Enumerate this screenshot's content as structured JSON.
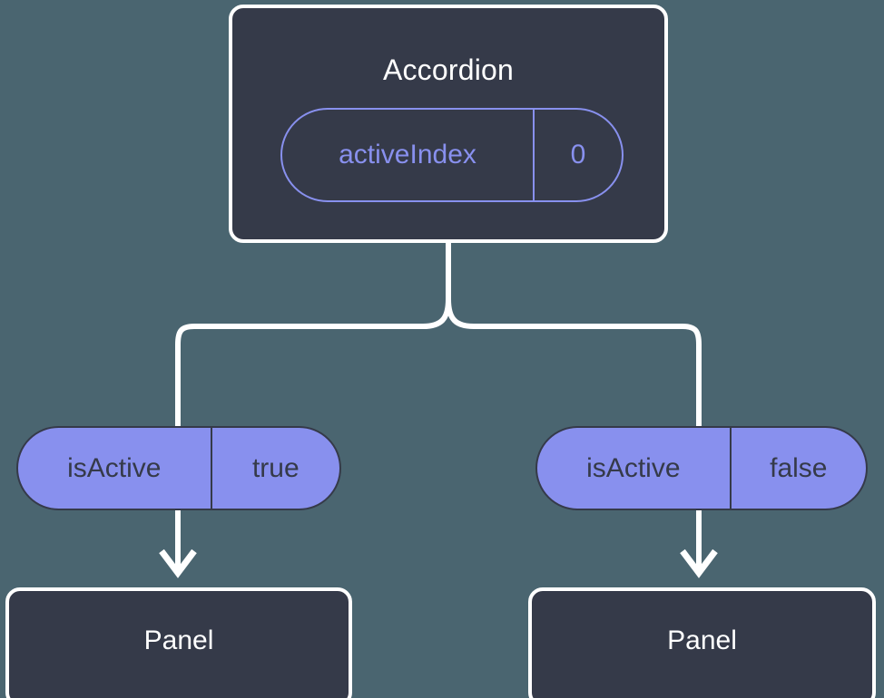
{
  "diagram": {
    "type": "component-state-tree",
    "background_color": "#4a6570",
    "palette": {
      "card_fill": "#353a49",
      "card_border": "#ffffff",
      "accent_purple": "#8890ee",
      "connector": "#ffffff",
      "dark_text": "#353a49",
      "light_text": "#ffffff"
    }
  },
  "root": {
    "title": "Accordion",
    "prop": {
      "key": "activeIndex",
      "value": "0",
      "style": "outlined"
    }
  },
  "branches": [
    {
      "badge": {
        "key": "isActive",
        "value": "true",
        "style": "filled"
      },
      "child": {
        "title": "Panel"
      }
    },
    {
      "badge": {
        "key": "isActive",
        "value": "false",
        "style": "filled"
      },
      "child": {
        "title": "Panel"
      }
    }
  ]
}
